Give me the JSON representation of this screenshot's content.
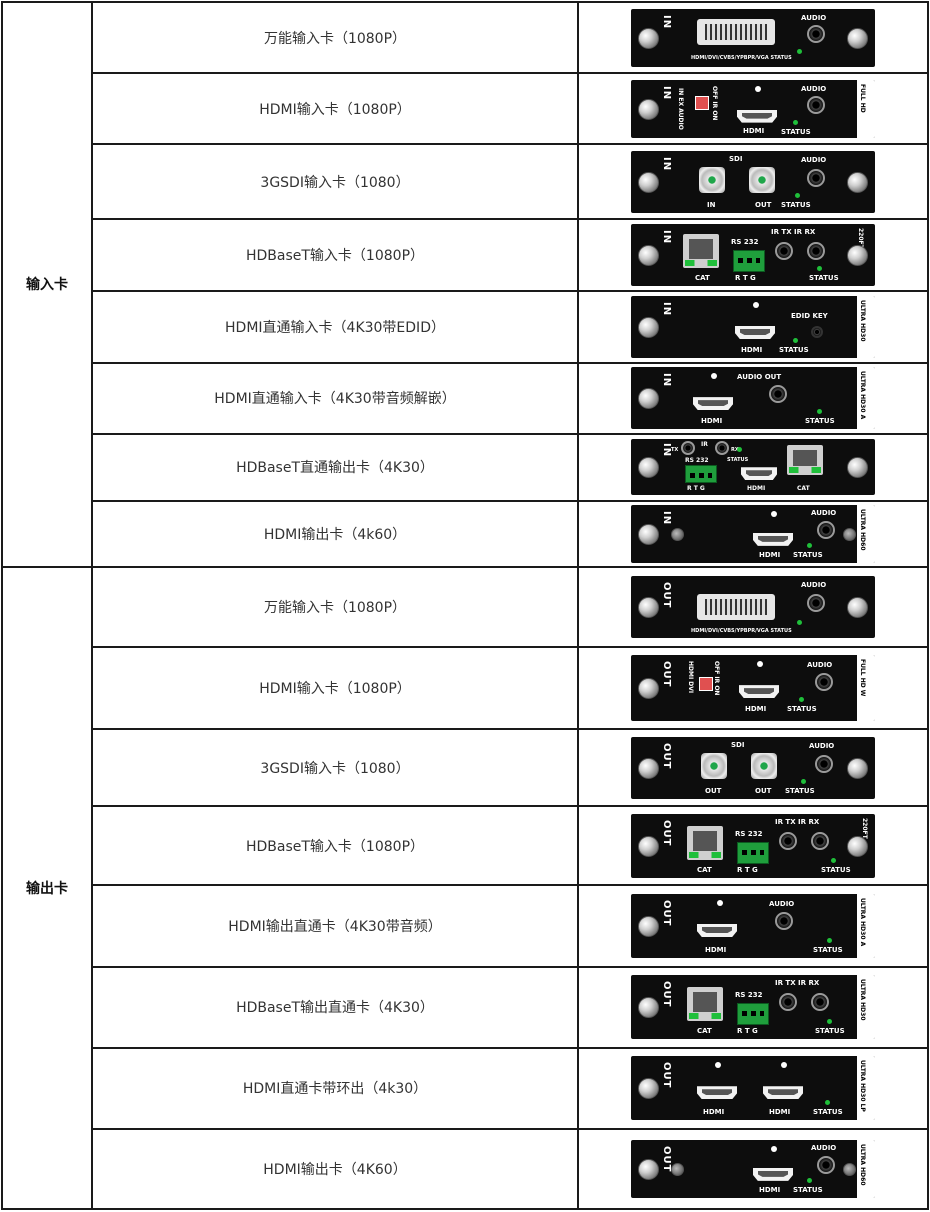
{
  "groups": {
    "input": "输入卡",
    "output": "输出卡"
  },
  "rows": [
    {
      "name": "万能输入卡（1080P）",
      "dir": "IN",
      "side": "",
      "audio": "AUDIO",
      "sub": "HDMI/DVI/CVBS/YPBPR/VGA STATUS"
    },
    {
      "name": "HDMI输入卡（1080P）",
      "dir": "IN",
      "side": "FULL HD",
      "audio": "AUDIO",
      "hdmi": "HDMI",
      "status": "STATUS",
      "switch": "OFF IR ON",
      "switch2": "IN EX AUDIO"
    },
    {
      "name": "3GSDI输入卡（1080）",
      "dir": "IN",
      "side": "",
      "audio": "AUDIO",
      "sdi": "SDI",
      "bnc1": "IN",
      "bnc2": "OUT",
      "status": "STATUS"
    },
    {
      "name": "HDBaseT输入卡（1080P）",
      "dir": "IN",
      "side": "220FT",
      "rs": "RS 232",
      "rtg": "R T G",
      "ir": "IR TX IR RX",
      "cat": "CAT",
      "status": "STATUS"
    },
    {
      "name": "HDMI直通输入卡（4K30带EDID）",
      "dir": "IN",
      "side": "ULTRA HD30",
      "edid": "EDID KEY",
      "hdmi": "HDMI",
      "status": "STATUS"
    },
    {
      "name": "HDMI直通输入卡（4K30带音频解嵌）",
      "dir": "IN",
      "side": "ULTRA HD30 A",
      "audio": "AUDIO OUT",
      "hdmi": "HDMI",
      "status": "STATUS"
    },
    {
      "name": "HDBaseT直通输出卡（4K30）",
      "dir": "IN",
      "side": "",
      "ir": "IR",
      "tx": "TX",
      "rx": "RX",
      "rs": "RS 232",
      "rtg": "R T G",
      "hdmi": "HDMI",
      "cat": "CAT",
      "status": "STATUS"
    },
    {
      "name": "HDMI输出卡（4k60）",
      "dir": "IN",
      "side": "ULTRA HD60",
      "audio": "AUDIO",
      "hdmi": "HDMI",
      "status": "STATUS"
    },
    {
      "name": "万能输入卡（1080P）",
      "dir": "OUT",
      "side": "",
      "audio": "AUDIO",
      "sub": "HDMI/DVI/CVBS/YPBPR/VGA STATUS"
    },
    {
      "name": "HDMI输入卡（1080P）",
      "dir": "OUT",
      "side": "FULL HD W",
      "audio": "AUDIO",
      "hdmi": "HDMI",
      "status": "STATUS",
      "switch": "OFF IR ON",
      "switch2": "HDMI DVI"
    },
    {
      "name": "3GSDI输入卡（1080）",
      "dir": "OUT",
      "side": "",
      "audio": "AUDIO",
      "sdi": "SDI",
      "bnc1": "OUT",
      "bnc2": "OUT",
      "status": "STATUS"
    },
    {
      "name": "HDBaseT输入卡（1080P）",
      "dir": "OUT",
      "side": "220FT",
      "rs": "RS 232",
      "rtg": "R T G",
      "ir": "IR TX IR RX",
      "cat": "CAT",
      "status": "STATUS"
    },
    {
      "name": "HDMI输出直通卡（4K30带音频）",
      "dir": "OUT",
      "side": "ULTRA HD30 A",
      "audio": "AUDIO",
      "hdmi": "HDMI",
      "status": "STATUS"
    },
    {
      "name": "HDBaseT输出直通卡（4K30）",
      "dir": "OUT",
      "side": "ULTRA HD30",
      "rs": "RS 232",
      "rtg": "R T G",
      "ir": "IR TX IR RX",
      "cat": "CAT",
      "status": "STATUS"
    },
    {
      "name": "HDMI直通卡带环出（4k30）",
      "dir": "OUT",
      "side": "ULTRA HD30 LP",
      "hdmi": "HDMI",
      "hdmi2": "HDMI",
      "status": "STATUS"
    },
    {
      "name": "HDMI输出卡（4K60）",
      "dir": "OUT",
      "side": "ULTRA HD60",
      "audio": "AUDIO",
      "hdmi": "HDMI",
      "status": "STATUS"
    }
  ]
}
